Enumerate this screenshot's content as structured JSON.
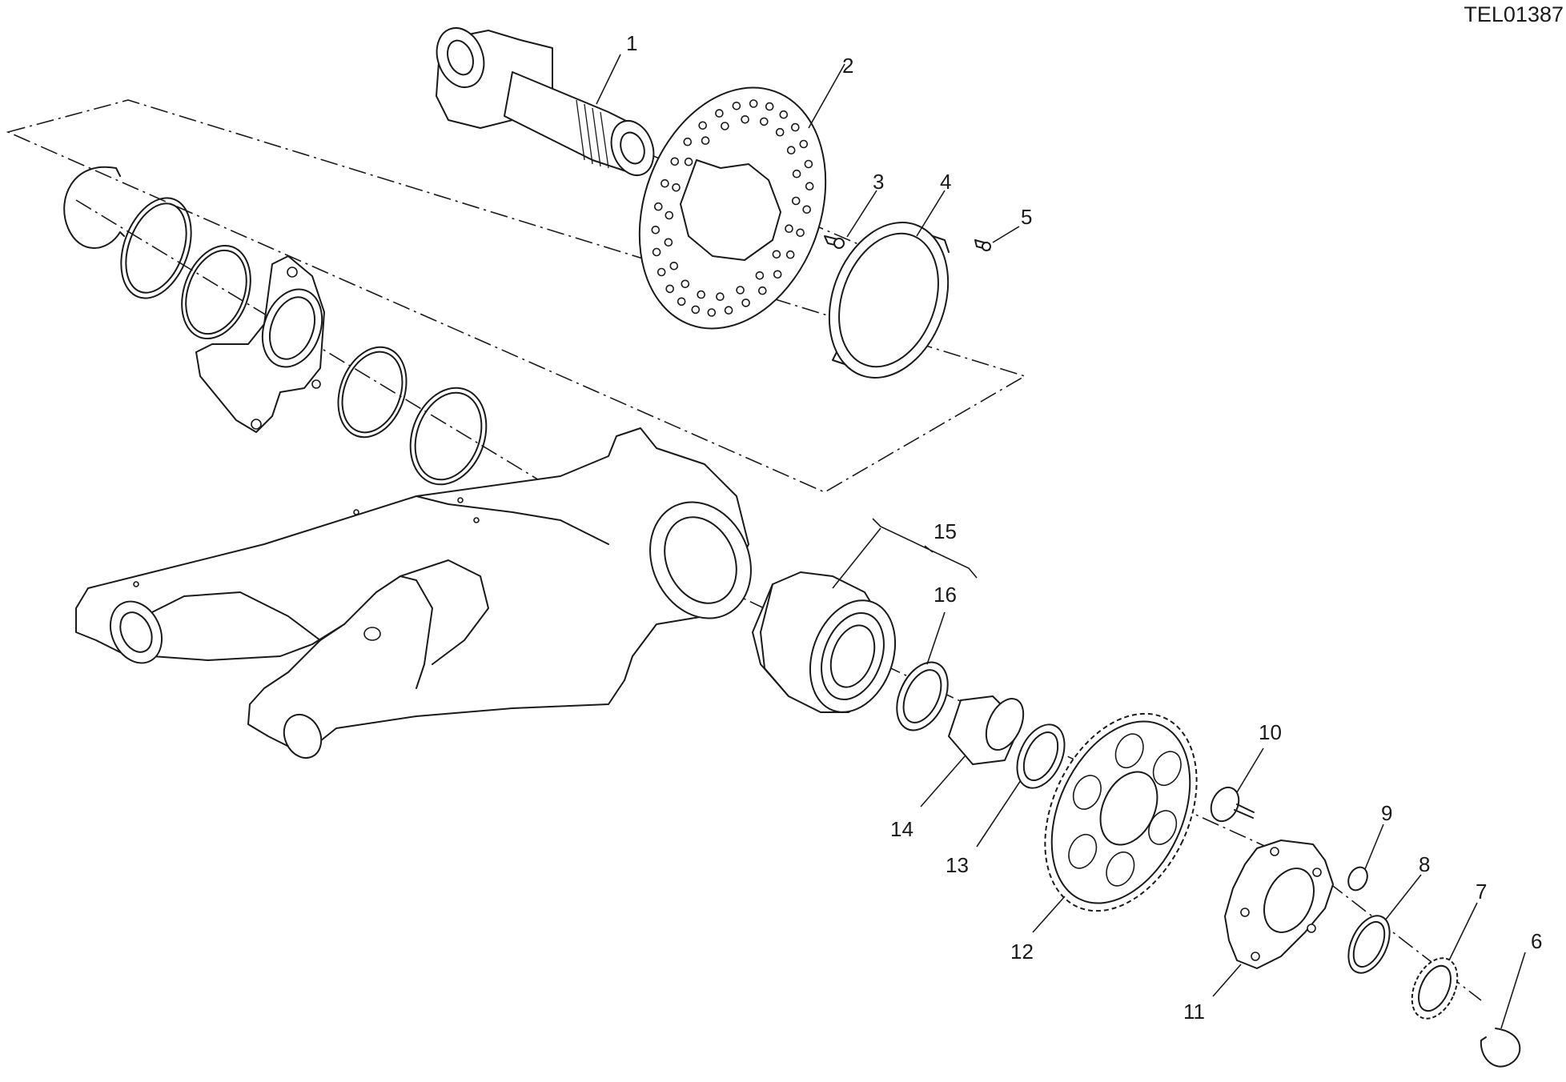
{
  "drawing": {
    "code": "TEL01387"
  },
  "callouts": [
    {
      "id": "1",
      "label": "1"
    },
    {
      "id": "2",
      "label": "2"
    },
    {
      "id": "3",
      "label": "3"
    },
    {
      "id": "4",
      "label": "4"
    },
    {
      "id": "5",
      "label": "5"
    },
    {
      "id": "6",
      "label": "6"
    },
    {
      "id": "7",
      "label": "7"
    },
    {
      "id": "8",
      "label": "8"
    },
    {
      "id": "9",
      "label": "9"
    },
    {
      "id": "10",
      "label": "10"
    },
    {
      "id": "11",
      "label": "11"
    },
    {
      "id": "12",
      "label": "12"
    },
    {
      "id": "13",
      "label": "13"
    },
    {
      "id": "14",
      "label": "14"
    },
    {
      "id": "15",
      "label": "15"
    },
    {
      "id": "16",
      "label": "16"
    }
  ]
}
